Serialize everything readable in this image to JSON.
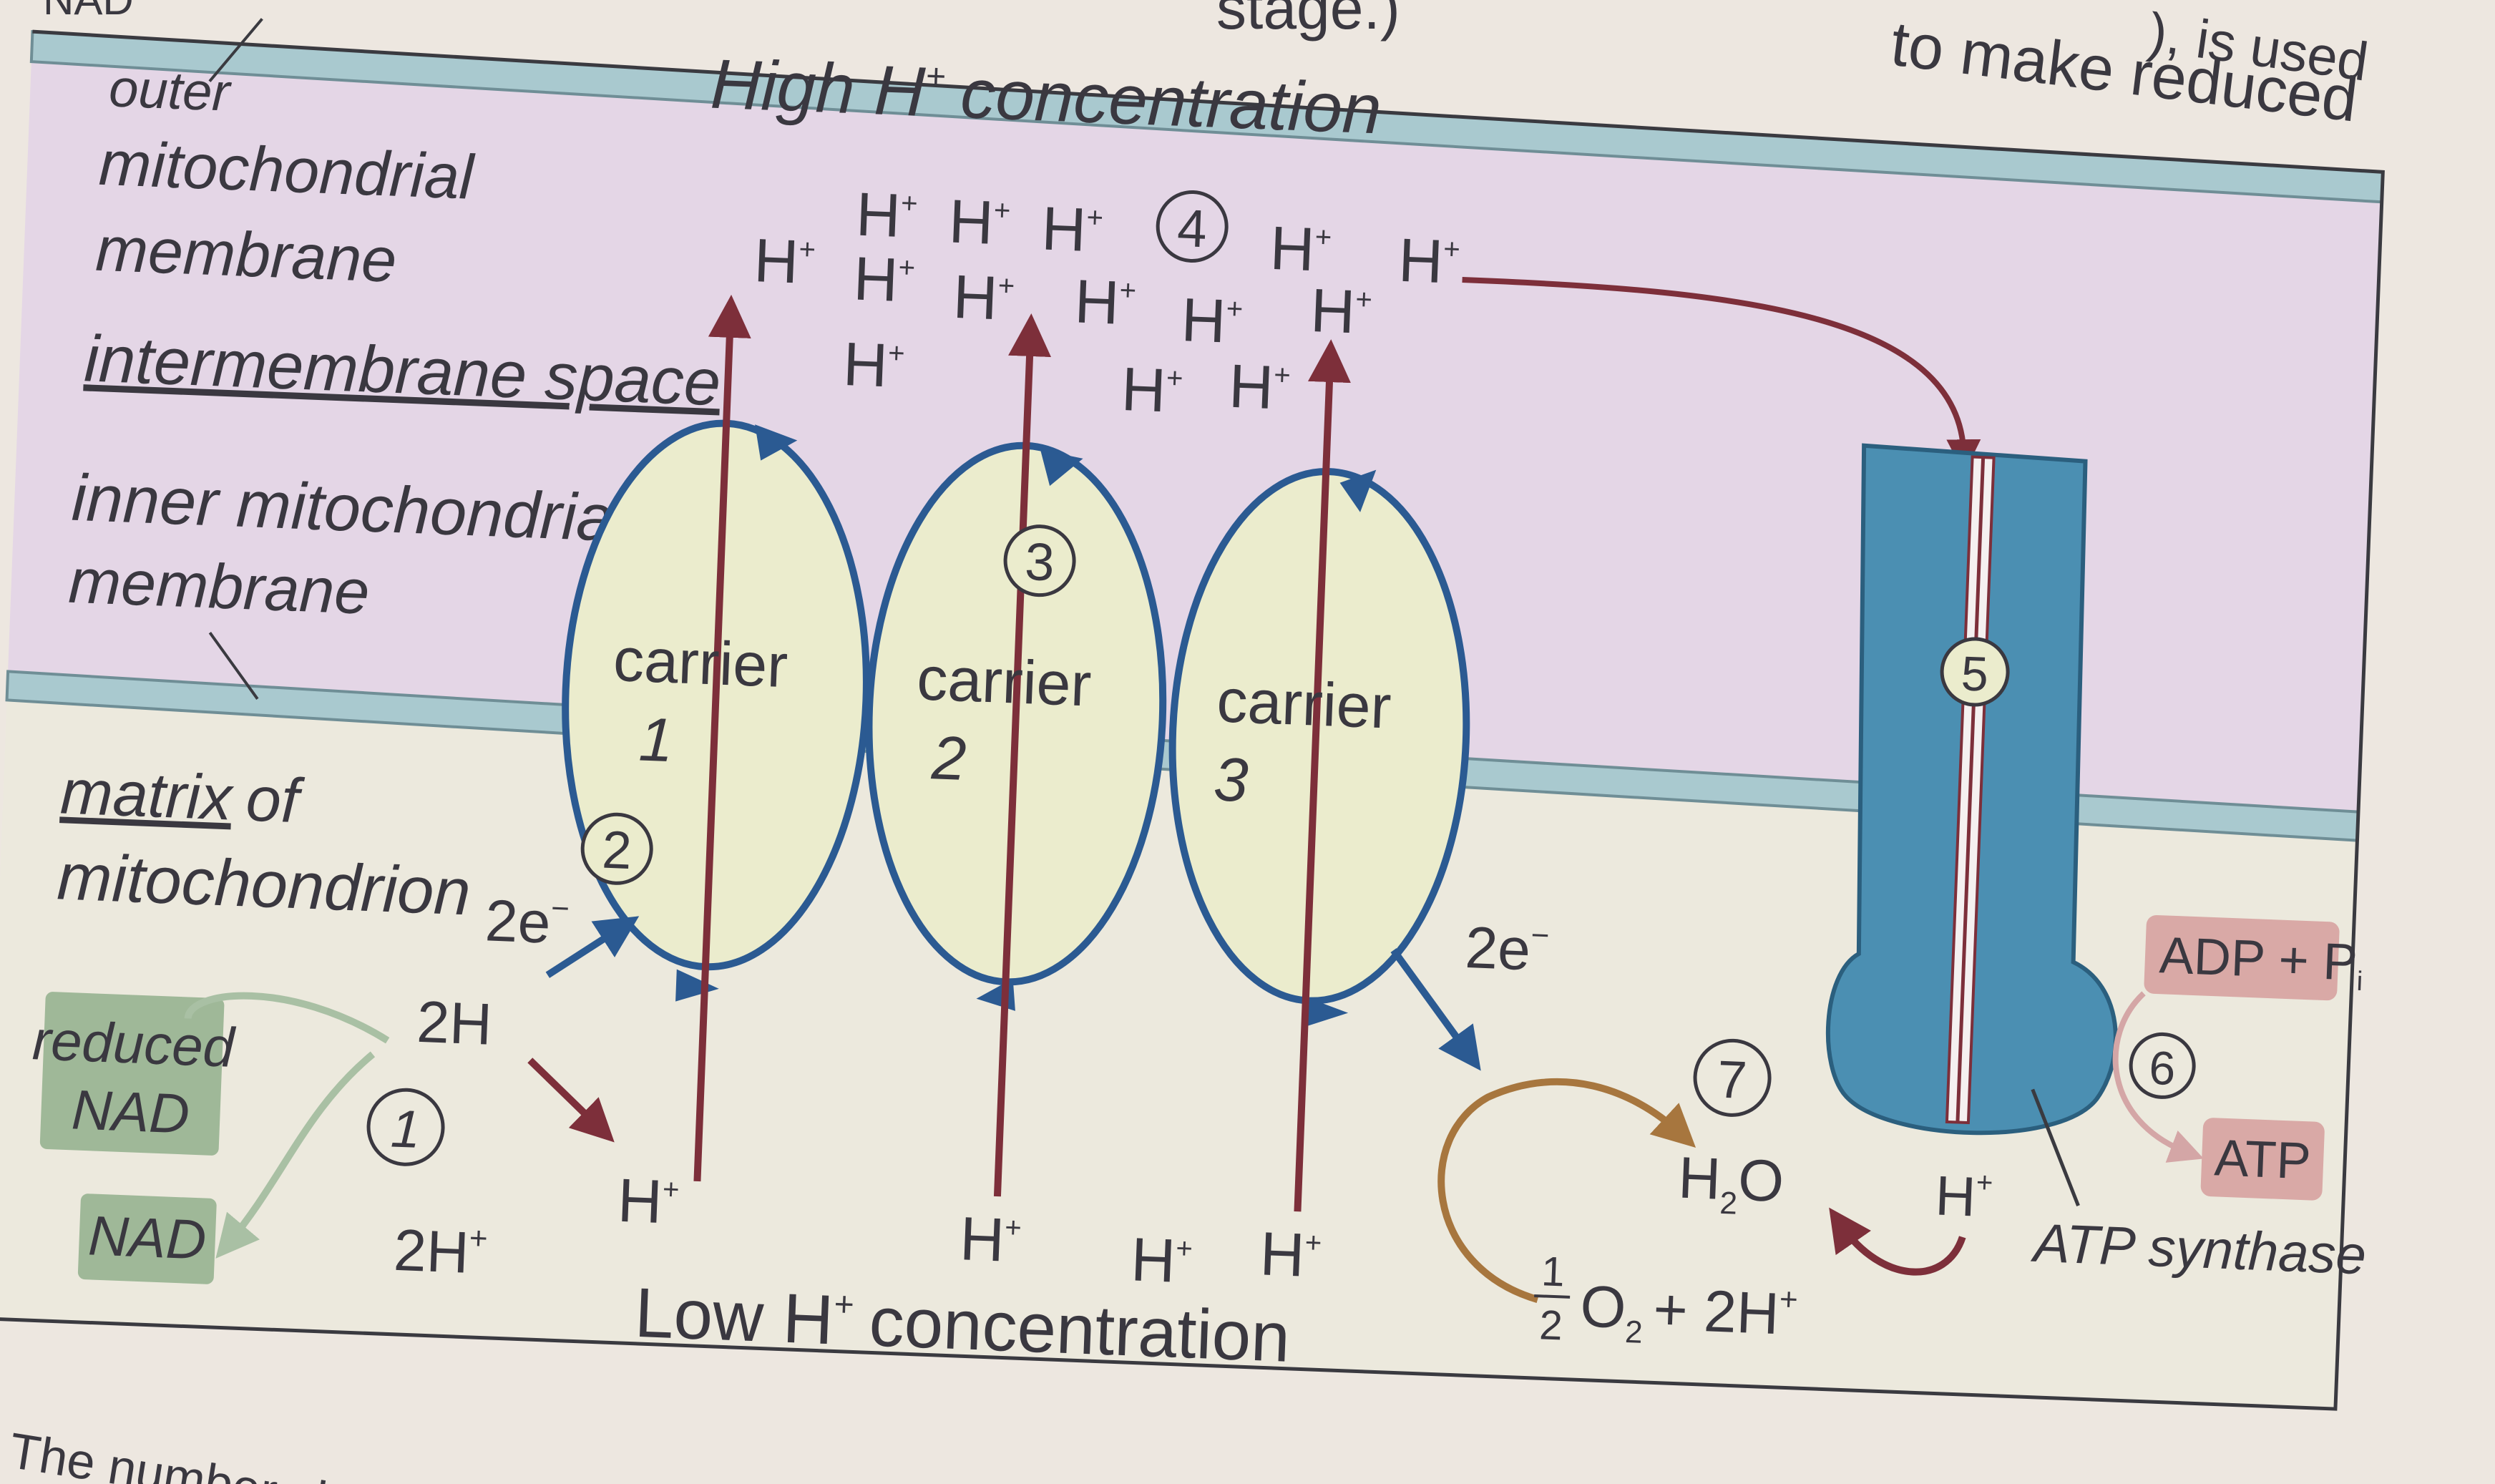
{
  "top_text": {
    "fragment_left": "NAD",
    "fragment_center": "stage.)",
    "fragment_right_1": "), is used",
    "fragment_right_2": "to make reduced"
  },
  "labels": {
    "outer_membrane_1": "outer",
    "outer_membrane_2": "mitochondrial",
    "outer_membrane_3": "membrane",
    "intermembrane_space": "intermembrane space",
    "inner_membrane_1": "inner mitochondrial",
    "inner_membrane_2": "membrane",
    "matrix_1_a": "matrix",
    "matrix_1_b": "of",
    "matrix_2": "mitochondrion",
    "high_conc_prefix": "High H",
    "high_conc_suffix": "concentration",
    "low_conc_prefix": "Low H",
    "low_conc_suffix": "concentration",
    "proton_symbol": "H",
    "plus": "+",
    "carrier_word": "carrier",
    "carrier_1_num": "1",
    "carrier_2_num": "2",
    "carrier_3_num": "3",
    "two_e": "2e",
    "minus": "−",
    "two_h": "2H",
    "two_h_plus": "2H",
    "reduced_nad_1": "reduced",
    "reduced_nad_2": "NAD",
    "nad": "NAD",
    "water_h": "H",
    "water_sub": "2",
    "water_o": "O",
    "half_num": "1",
    "half_den": "2",
    "oxygen_o": "O",
    "oxygen_sub": "2",
    "oxygen_rest": "+ 2H",
    "adp_pi": "ADP + P",
    "adp_sub": "i",
    "atp": "ATP",
    "atp_synthase": "ATP synthase",
    "bottom_caption": "The numbers i"
  },
  "steps": [
    "1",
    "2",
    "3",
    "4",
    "5",
    "6",
    "7"
  ],
  "colors": {
    "intermembrane": "#e4d6e6",
    "matrix": "#ece9dd",
    "membrane": "#a9c9cf",
    "carrier_fill": "#ebeccd",
    "carrier_stroke": "#2b5a92",
    "proton_arrow": "#7d2f3a",
    "synthase": "#4b8fb2",
    "oxygen_arrow": "#a7763e",
    "nad_box": "#9fb898",
    "atp_box": "#d9a9a6"
  }
}
